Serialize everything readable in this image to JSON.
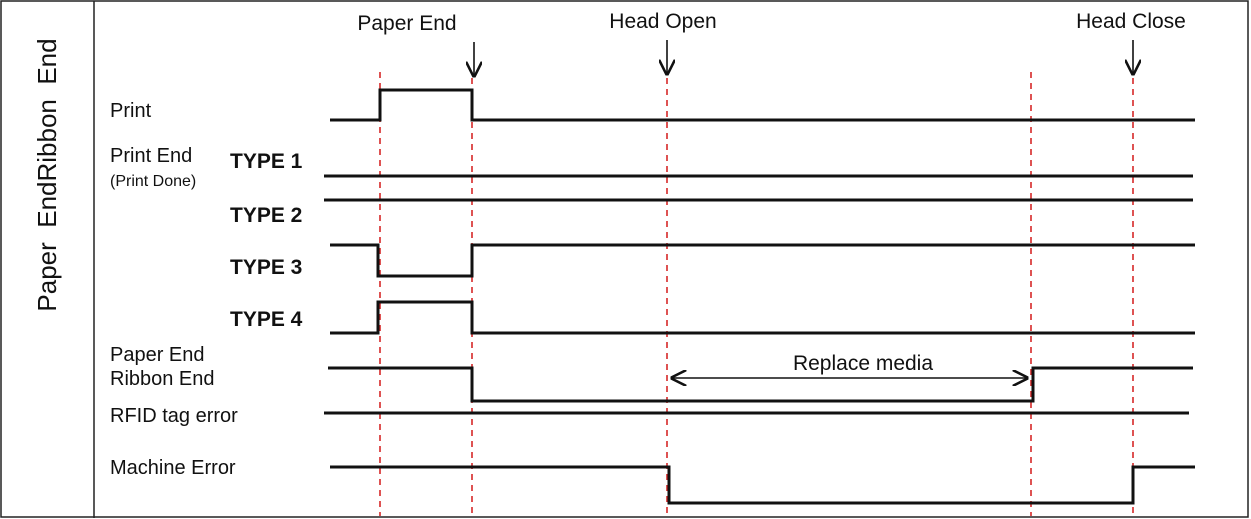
{
  "side_title": {
    "text": "Paper  EndRibbon  End"
  },
  "events": {
    "paper_end": "Paper End",
    "head_open": "Head Open",
    "head_close": "Head Close"
  },
  "signals": {
    "print": "Print",
    "print_end_line1": "Print End",
    "print_end_line2": "(Print Done)",
    "type1": "TYPE 1",
    "type2": "TYPE 2",
    "type3": "TYPE 3",
    "type4": "TYPE 4",
    "paper_end_line1": "Paper End",
    "paper_end_line2": "Ribbon End",
    "rfid": "RFID tag error",
    "machine_error": "Machine Error"
  },
  "annotation": {
    "replace_media": "Replace media"
  },
  "colors": {
    "signal": "#111111",
    "marker": "#d62828",
    "border": "#222222"
  }
}
